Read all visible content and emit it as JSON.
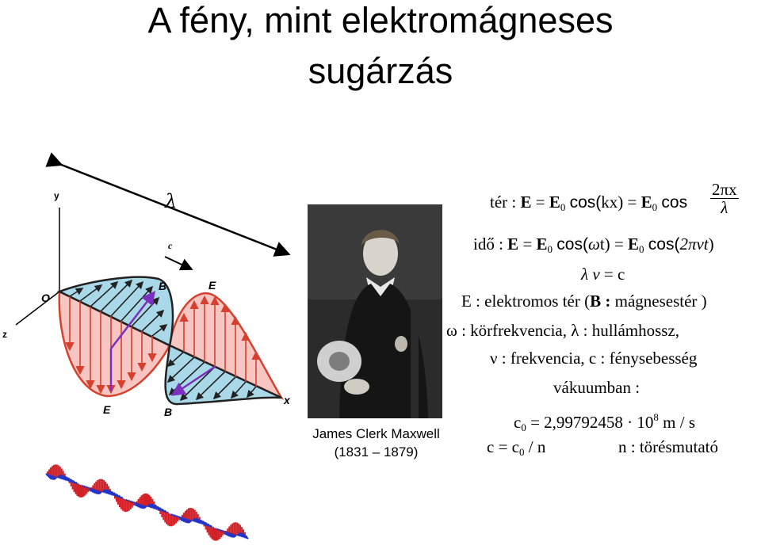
{
  "title": {
    "line1": "A fény, mint elektromágneses",
    "line2": "sugárzás"
  },
  "diagram": {
    "lambda": "λ",
    "c": "c",
    "y": "y",
    "z": "z",
    "x": "x",
    "o": "O",
    "b_top": "B",
    "e_top": "E",
    "e_bottom": "E",
    "b_bottom": "B",
    "colors": {
      "electric_fill": "#f7c6c2",
      "electric_arrow": "#d6402e",
      "magnetic_fill": "#a9d9e8",
      "magnetic_arrow": "#222222",
      "propagation": "#7b2fbe"
    }
  },
  "portrait": {
    "caption_name": "James Clerk Maxwell",
    "caption_years": "(1831 – 1879)"
  },
  "equations": {
    "ter_prefix": "tér :",
    "E": "E",
    "eq": "=",
    "E0": "E",
    "sub0": "0",
    "cos_kx": "cos(",
    "kx": "kx",
    "close": ")",
    "cos": "cos",
    "frac_num": "2πx",
    "frac_den": "λ",
    "ido_prefix": "idő :",
    "cos_wt_open": "cos(",
    "omega": "ω",
    "t": "t",
    "cos_2pi_open": "cos(",
    "two_pi_nu_t": "2πνt",
    "lambda_nu": "λ ν",
    "c_val": "c",
    "line_e": "E : elektromos tér (",
    "line_b": "B :",
    "line_b_rest": " mágnesestér )",
    "line_omega": "ω : körfrekvencia, λ : hullámhossz,",
    "line_nu": "ν : frekvencia, c : fénysebesség",
    "line_vacuum": "vákuumban :",
    "c0_label": "c",
    "c0_value": "= 2,99792458 · 10",
    "c0_exp": "8",
    "c0_unit": "m / s",
    "c_eq": "c = c",
    "c_eq_rest": " / n",
    "n_label": "n : törésmutató"
  }
}
